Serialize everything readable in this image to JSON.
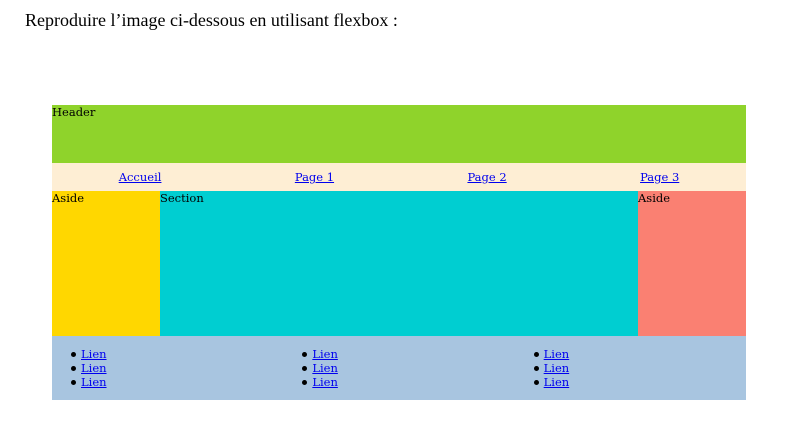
{
  "instruction": "Reproduire l’image ci-dessous en utilisant flexbox :",
  "header": {
    "label": "Header"
  },
  "nav": {
    "links": [
      "Accueil",
      "Page 1",
      "Page 2",
      "Page 3"
    ]
  },
  "main": {
    "aside_left": "Aside",
    "section": "Section",
    "aside_right": "Aside"
  },
  "footer": {
    "lists": [
      [
        "Lien",
        "Lien",
        "Lien"
      ],
      [
        "Lien",
        "Lien",
        "Lien"
      ],
      [
        "Lien",
        "Lien",
        "Lien"
      ]
    ]
  },
  "colors": {
    "header": "#8fd32b",
    "nav": "#feeed4",
    "aside_left": "#ffd700",
    "section": "#00ced1",
    "aside_right": "#fa8072",
    "footer": "#a8c5e0",
    "link": "#0000ee"
  }
}
